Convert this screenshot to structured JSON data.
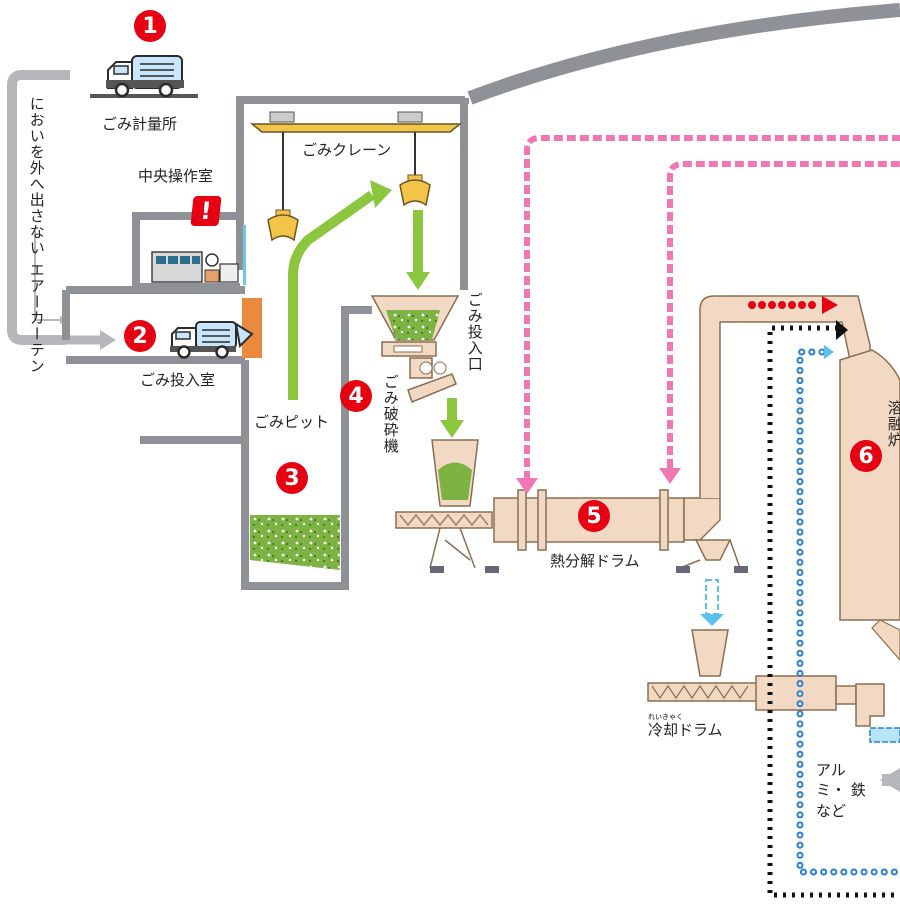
{
  "labels": {
    "weigh_station": "ごみ計量所",
    "air_curtain": "においを外へ出さない エアーカーテン",
    "central_control": "中央操作室",
    "tipping_room": "ごみ投入室",
    "crane": "ごみクレーン",
    "pit": "ごみピット",
    "shredder": "ごみ破砕機",
    "feed_chute": "ごみ投入口",
    "pyrolysis_drum": "熱分解ドラム",
    "cooling_drum": "冷却ドラム",
    "cooling_ruby": "れいきゃく",
    "aluminum_iron": "アルミ・ 鉄など",
    "cut_label": "溶融炉"
  },
  "badges": [
    "1",
    "2",
    "3",
    "4",
    "5",
    "6"
  ],
  "warning": "!",
  "colors": {
    "badge": "#e60012",
    "gray_pipe": "#8e9296",
    "green_flow": "#8cc63f",
    "pink_dash": "#f077b3",
    "tan_equipment": "#f2d9c4",
    "tan_outline": "#8a6e50",
    "blue_dots": "#2a7fd4",
    "black_diamonds": "#111111",
    "red_dots": "#e60012"
  }
}
